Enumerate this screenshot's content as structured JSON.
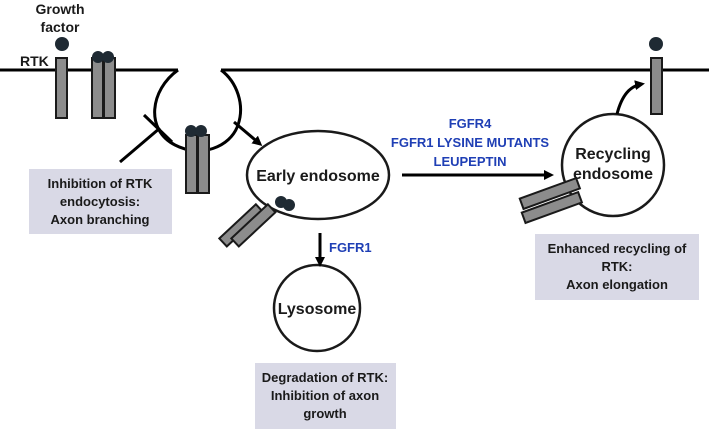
{
  "labels": {
    "growth_factor_line1": "Growth",
    "growth_factor_line2": "factor",
    "rtk": "RTK",
    "early_endosome": "Early endosome",
    "recycling_line1": "Recycling",
    "recycling_line2": "endosome",
    "lysosome": "Lysosome"
  },
  "pathway_labels": {
    "fgfr4": "FGFR4",
    "fgfr1_lysine": "FGFR1 LYSINE MUTANTS",
    "leupeptin": "LEUPEPTIN",
    "fgfr1": "FGFR1"
  },
  "boxes": {
    "inhibition": [
      "Inhibition of RTK",
      "endocytosis:",
      "Axon branching"
    ],
    "degradation": [
      "Degradation of RTK:",
      "Inhibition of axon",
      "growth"
    ],
    "recycling": [
      "Enhanced recycling of",
      "RTK:",
      "Axon elongation"
    ]
  },
  "colors": {
    "receptor": "#8c8c8c",
    "ligand": "#1f2a33",
    "box": "#d9d9e6",
    "label_blue": "#1f3fb5"
  }
}
